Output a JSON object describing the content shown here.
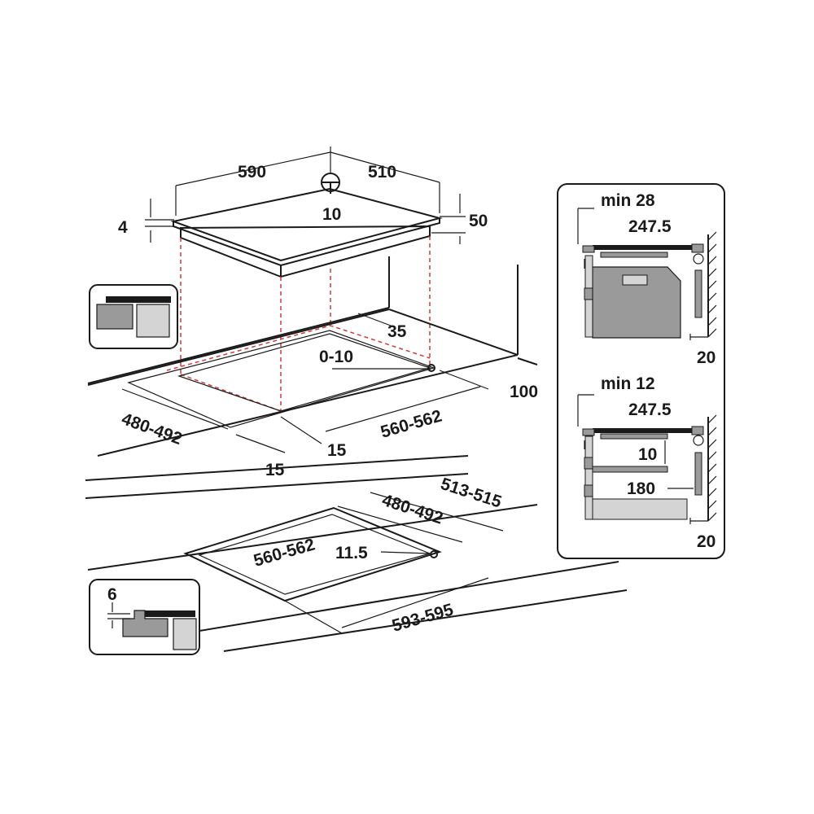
{
  "hob": {
    "width": "590",
    "depth": "510",
    "glass_thickness": "4",
    "total_height": "50",
    "vent_hole": "10"
  },
  "cutout_flush": {
    "rear_offset": "35",
    "hole_range": "0-10",
    "front_clearance": "100",
    "cut_depth": "480-492",
    "cut_width": "560-562",
    "side_margin_a": "15",
    "side_margin_b": "15"
  },
  "cutout_recessed": {
    "outer_depth": "513-515",
    "inner_depth": "480-492",
    "inner_width": "560-562",
    "recess_offset": "11.5",
    "outer_width": "593-595",
    "recess_height": "6"
  },
  "install_oven": {
    "min_gap": "min 28",
    "rear_distance": "247.5",
    "wall_gap": "20"
  },
  "install_drawer": {
    "min_gap": "min 12",
    "rear_distance": "247.5",
    "panel_gap": "10",
    "drawer_gap": "180",
    "wall_gap": "20"
  },
  "colors": {
    "line": "#1a1a1a",
    "guide": "#d23a3a",
    "panel_fill": "#9a9a9a",
    "panel_light": "#d4d4d4"
  }
}
